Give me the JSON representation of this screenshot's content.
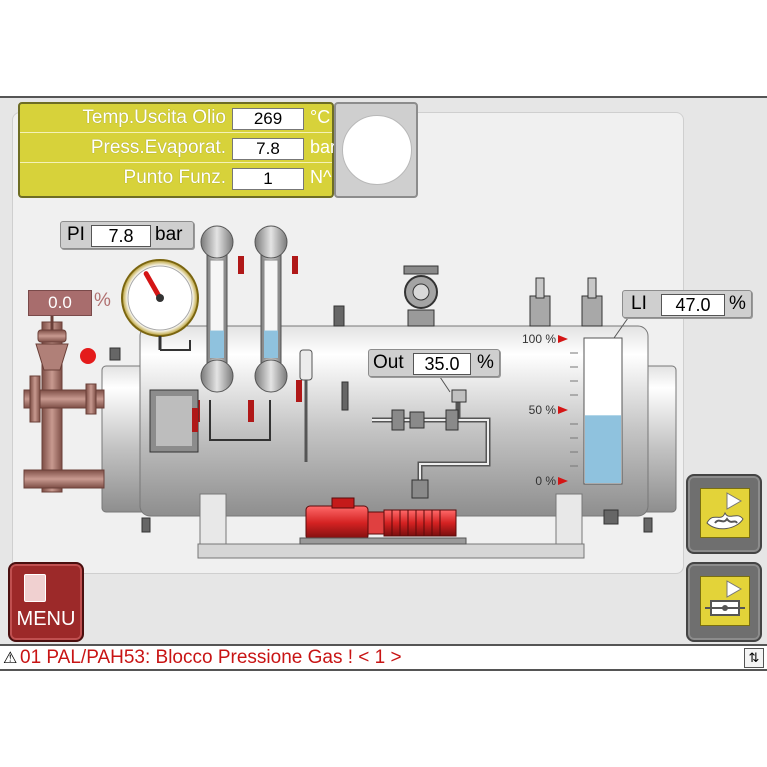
{
  "info_panel": {
    "rows": [
      {
        "label": "Temp.Uscita Olio",
        "value": "269",
        "unit": "°C"
      },
      {
        "label": "Press.Evaporat.",
        "value": "7.8",
        "unit": "bar"
      },
      {
        "label": "Punto Funz.",
        "value": "1",
        "unit": "N^"
      }
    ]
  },
  "pressure_indicator": {
    "tag": "PI",
    "value": "7.8",
    "unit": "bar",
    "gauge_fraction": 0.39
  },
  "valve_output": {
    "value": "0.0",
    "unit": "%"
  },
  "pump_output": {
    "tag": "Out",
    "value": "35.0",
    "unit": "%"
  },
  "level_indicator": {
    "tag": "LI",
    "value": "47.0",
    "unit": "%",
    "level_percent": 47.0,
    "scale": {
      "top": "100 %",
      "mid": "50 %",
      "bottom": "0 %"
    }
  },
  "sight_glass_levels": [
    0.28,
    0.28
  ],
  "side_buttons": [
    {
      "icon": "burner-flame-icon"
    },
    {
      "icon": "heat-exchanger-icon"
    }
  ],
  "menu": {
    "label": "MENU"
  },
  "alarm": {
    "icon": "⚠",
    "text": "01 PAL/PAH53: Blocco Pressione Gas !   < 1 >",
    "scroll": "⇅"
  },
  "colors": {
    "panel": "#d7d23a",
    "pump": "#d42222",
    "water": "#8fc2de",
    "vessel": "#c8c8c8",
    "pipe": "#9a6a60",
    "alarm_text": "#c81414",
    "menu": "#9c2929"
  }
}
